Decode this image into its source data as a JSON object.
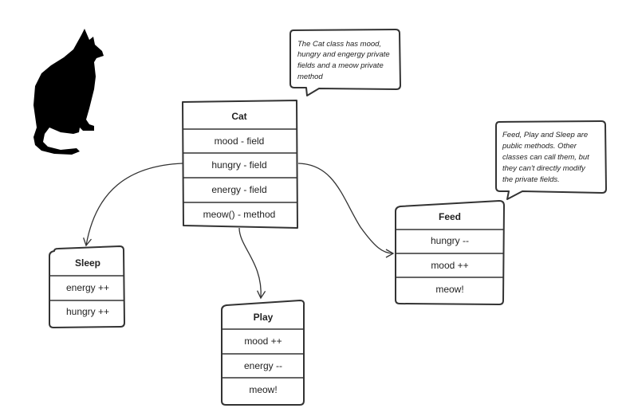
{
  "classes": {
    "cat": {
      "title": "Cat",
      "rows": [
        "mood - field",
        "hungry - field",
        "energy - field",
        "meow() - method"
      ]
    },
    "sleep": {
      "title": "Sleep",
      "rows": [
        "energy ++",
        "hungry ++"
      ]
    },
    "play": {
      "title": "Play",
      "rows": [
        "mood ++",
        "energy --",
        "meow!"
      ]
    },
    "feed": {
      "title": "Feed",
      "rows": [
        "hungry --",
        "mood ++",
        "meow!"
      ]
    }
  },
  "notes": {
    "cat_note": [
      "The Cat class has mood,",
      "hungry and engergy private",
      "fields and a meow private",
      "method"
    ],
    "methods_note": [
      "Feed, Play and Sleep are",
      "public methods. Other",
      "classes can call them, but",
      "they can't directly modify",
      "the private fields."
    ]
  },
  "icons": {
    "cat_silhouette": "cat-silhouette-icon"
  },
  "colors": {
    "stroke": "#333333",
    "fill": "#ffffff",
    "silhouette": "#000000"
  }
}
